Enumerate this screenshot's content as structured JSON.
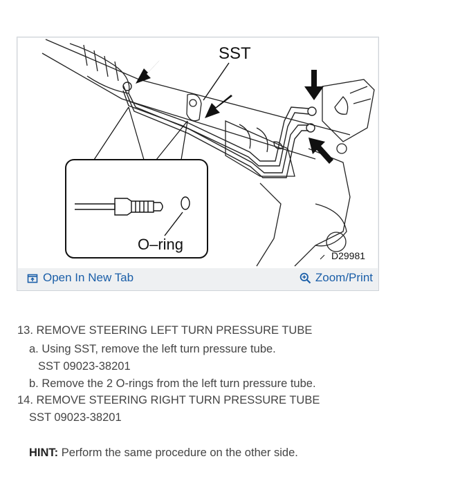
{
  "figure": {
    "callout_sst": "SST",
    "callout_oring": "O–ring",
    "figure_code": "D29981",
    "open_label": "Open In New Tab",
    "open_icon": "open-new-tab-icon",
    "zoom_label": "Zoom/Print",
    "zoom_icon": "magnifier-plus-icon",
    "link_color": "#1a5ea8"
  },
  "steps": {
    "step13_title": "13. REMOVE STEERING LEFT TURN PRESSURE TUBE",
    "step13a": "a. Using SST, remove the left turn pressure tube.",
    "step13a_sst": "SST 09023-38201",
    "step13b": "b. Remove the 2 O-rings from the left turn pressure tube.",
    "step14_title": "14. REMOVE STEERING RIGHT TURN PRESSURE TUBE",
    "step14_sst": "SST 09023-38201",
    "hint_label": "HINT:",
    "hint_text": " Perform the same procedure on the other side."
  }
}
